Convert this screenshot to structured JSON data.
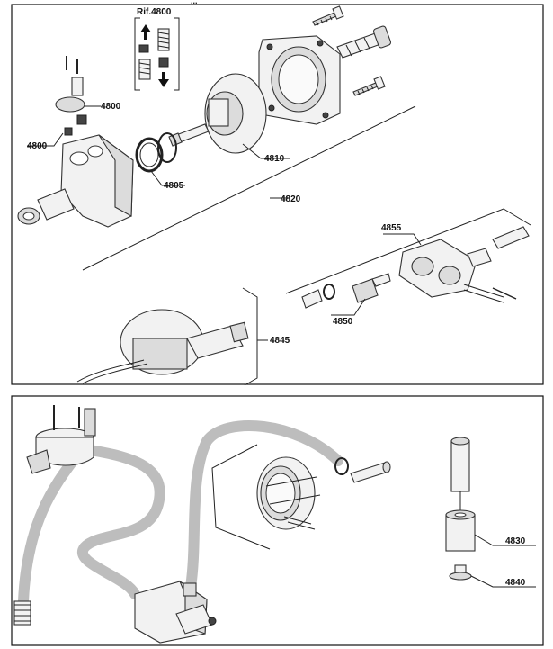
{
  "header_partial": "...",
  "panel_top": {
    "ref_label": "Rif.4800",
    "labels": {
      "l4800a": "4800",
      "l4800b": "4800",
      "l4805": "4805",
      "l4810": "4810",
      "l4820": "4820",
      "l4855": "4855",
      "l4850": "4850",
      "l4845": "4845"
    }
  },
  "panel_bottom": {
    "labels": {
      "l4830": "4830",
      "l4840": "4840"
    }
  }
}
